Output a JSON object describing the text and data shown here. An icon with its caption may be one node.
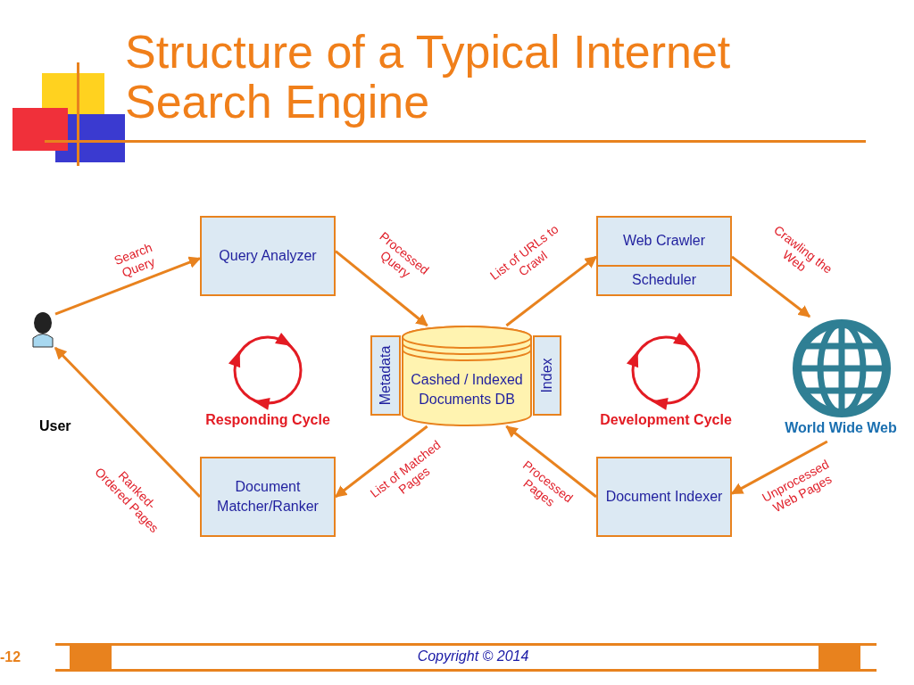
{
  "diagram": {
    "title": "Structure of a Typical Internet Search Engine",
    "nodes": [
      {
        "text": [],
        "shape": "person"
      },
      {
        "text": [
          "Query Analyzer"
        ]
      },
      {
        "text": [
          "Web Crawler",
          "Scheduler"
        ]
      },
      {
        "text": [
          "World Wide Web"
        ]
      },
      {
        "text": [
          "Cashed / Indexed Documents DB"
        ]
      },
      {
        "text": [
          "Metadata"
        ]
      },
      {
        "text": [
          "Index"
        ]
      },
      {
        "text": [
          "Document Matcher/Ranker"
        ]
      },
      {
        "text": [
          "Document Indexer"
        ]
      }
    ],
    "edges": [
      {
        "from": 0,
        "to": 1,
        "arrow": "to",
        "label": "Search Query"
      },
      {
        "from": 1,
        "to": 4,
        "arrow": "to",
        "label": "Processed Query"
      },
      {
        "from": 4,
        "to": 2,
        "arrow": "to",
        "label": "List of URLs to Crawl"
      },
      {
        "from": 2,
        "to": 3,
        "arrow": "to",
        "label": "Crawling the Web"
      },
      {
        "from": 3,
        "to": 8,
        "arrow": "to",
        "label": "Unprocessed Web Pages"
      },
      {
        "from": 8,
        "to": 4,
        "arrow": "to",
        "label": "Processed Pages"
      },
      {
        "from": 4,
        "to": 7,
        "arrow": "to",
        "label": "List of Matched Pages"
      },
      {
        "from": 7,
        "to": 0,
        "arrow": "to",
        "label": "Ranked-Ordered Pages"
      }
    ],
    "labels": [
      "User",
      "Responding Cycle",
      "Development Cycle",
      "-12",
      "Copyright © 2014"
    ]
  }
}
